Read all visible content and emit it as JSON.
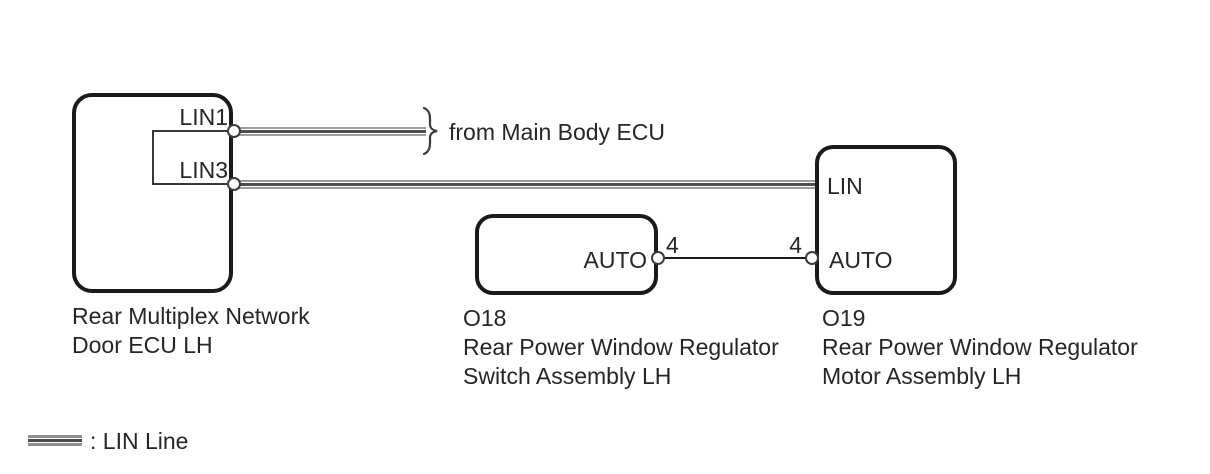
{
  "ecu": {
    "pin1_label": "LIN1",
    "pin3_label": "LIN3",
    "caption_line1": "Rear Multiplex Network",
    "caption_line2": "Door ECU LH"
  },
  "switch_assembly": {
    "code": "O18",
    "auto_pin_label": "AUTO",
    "auto_pin_number": "4",
    "caption_line1": "Rear Power Window Regulator",
    "caption_line2": "Switch Assembly LH"
  },
  "motor_assembly": {
    "code": "O19",
    "lin_pin_label": "LIN",
    "auto_pin_label": "AUTO",
    "auto_pin_number": "4",
    "caption_line1": "Rear Power Window Regulator",
    "caption_line2": "Motor Assembly LH"
  },
  "annotations": {
    "from_main_body_ecu": "from Main Body ECU"
  },
  "legend": {
    "label": ": LIN Line",
    "symbol": "lin-line-swatch"
  },
  "colors": {
    "line_black": "#1a1a1a",
    "wire_gray": "#9c9c9c",
    "wire_dark": "#4e4e4e",
    "text": "#262626"
  }
}
